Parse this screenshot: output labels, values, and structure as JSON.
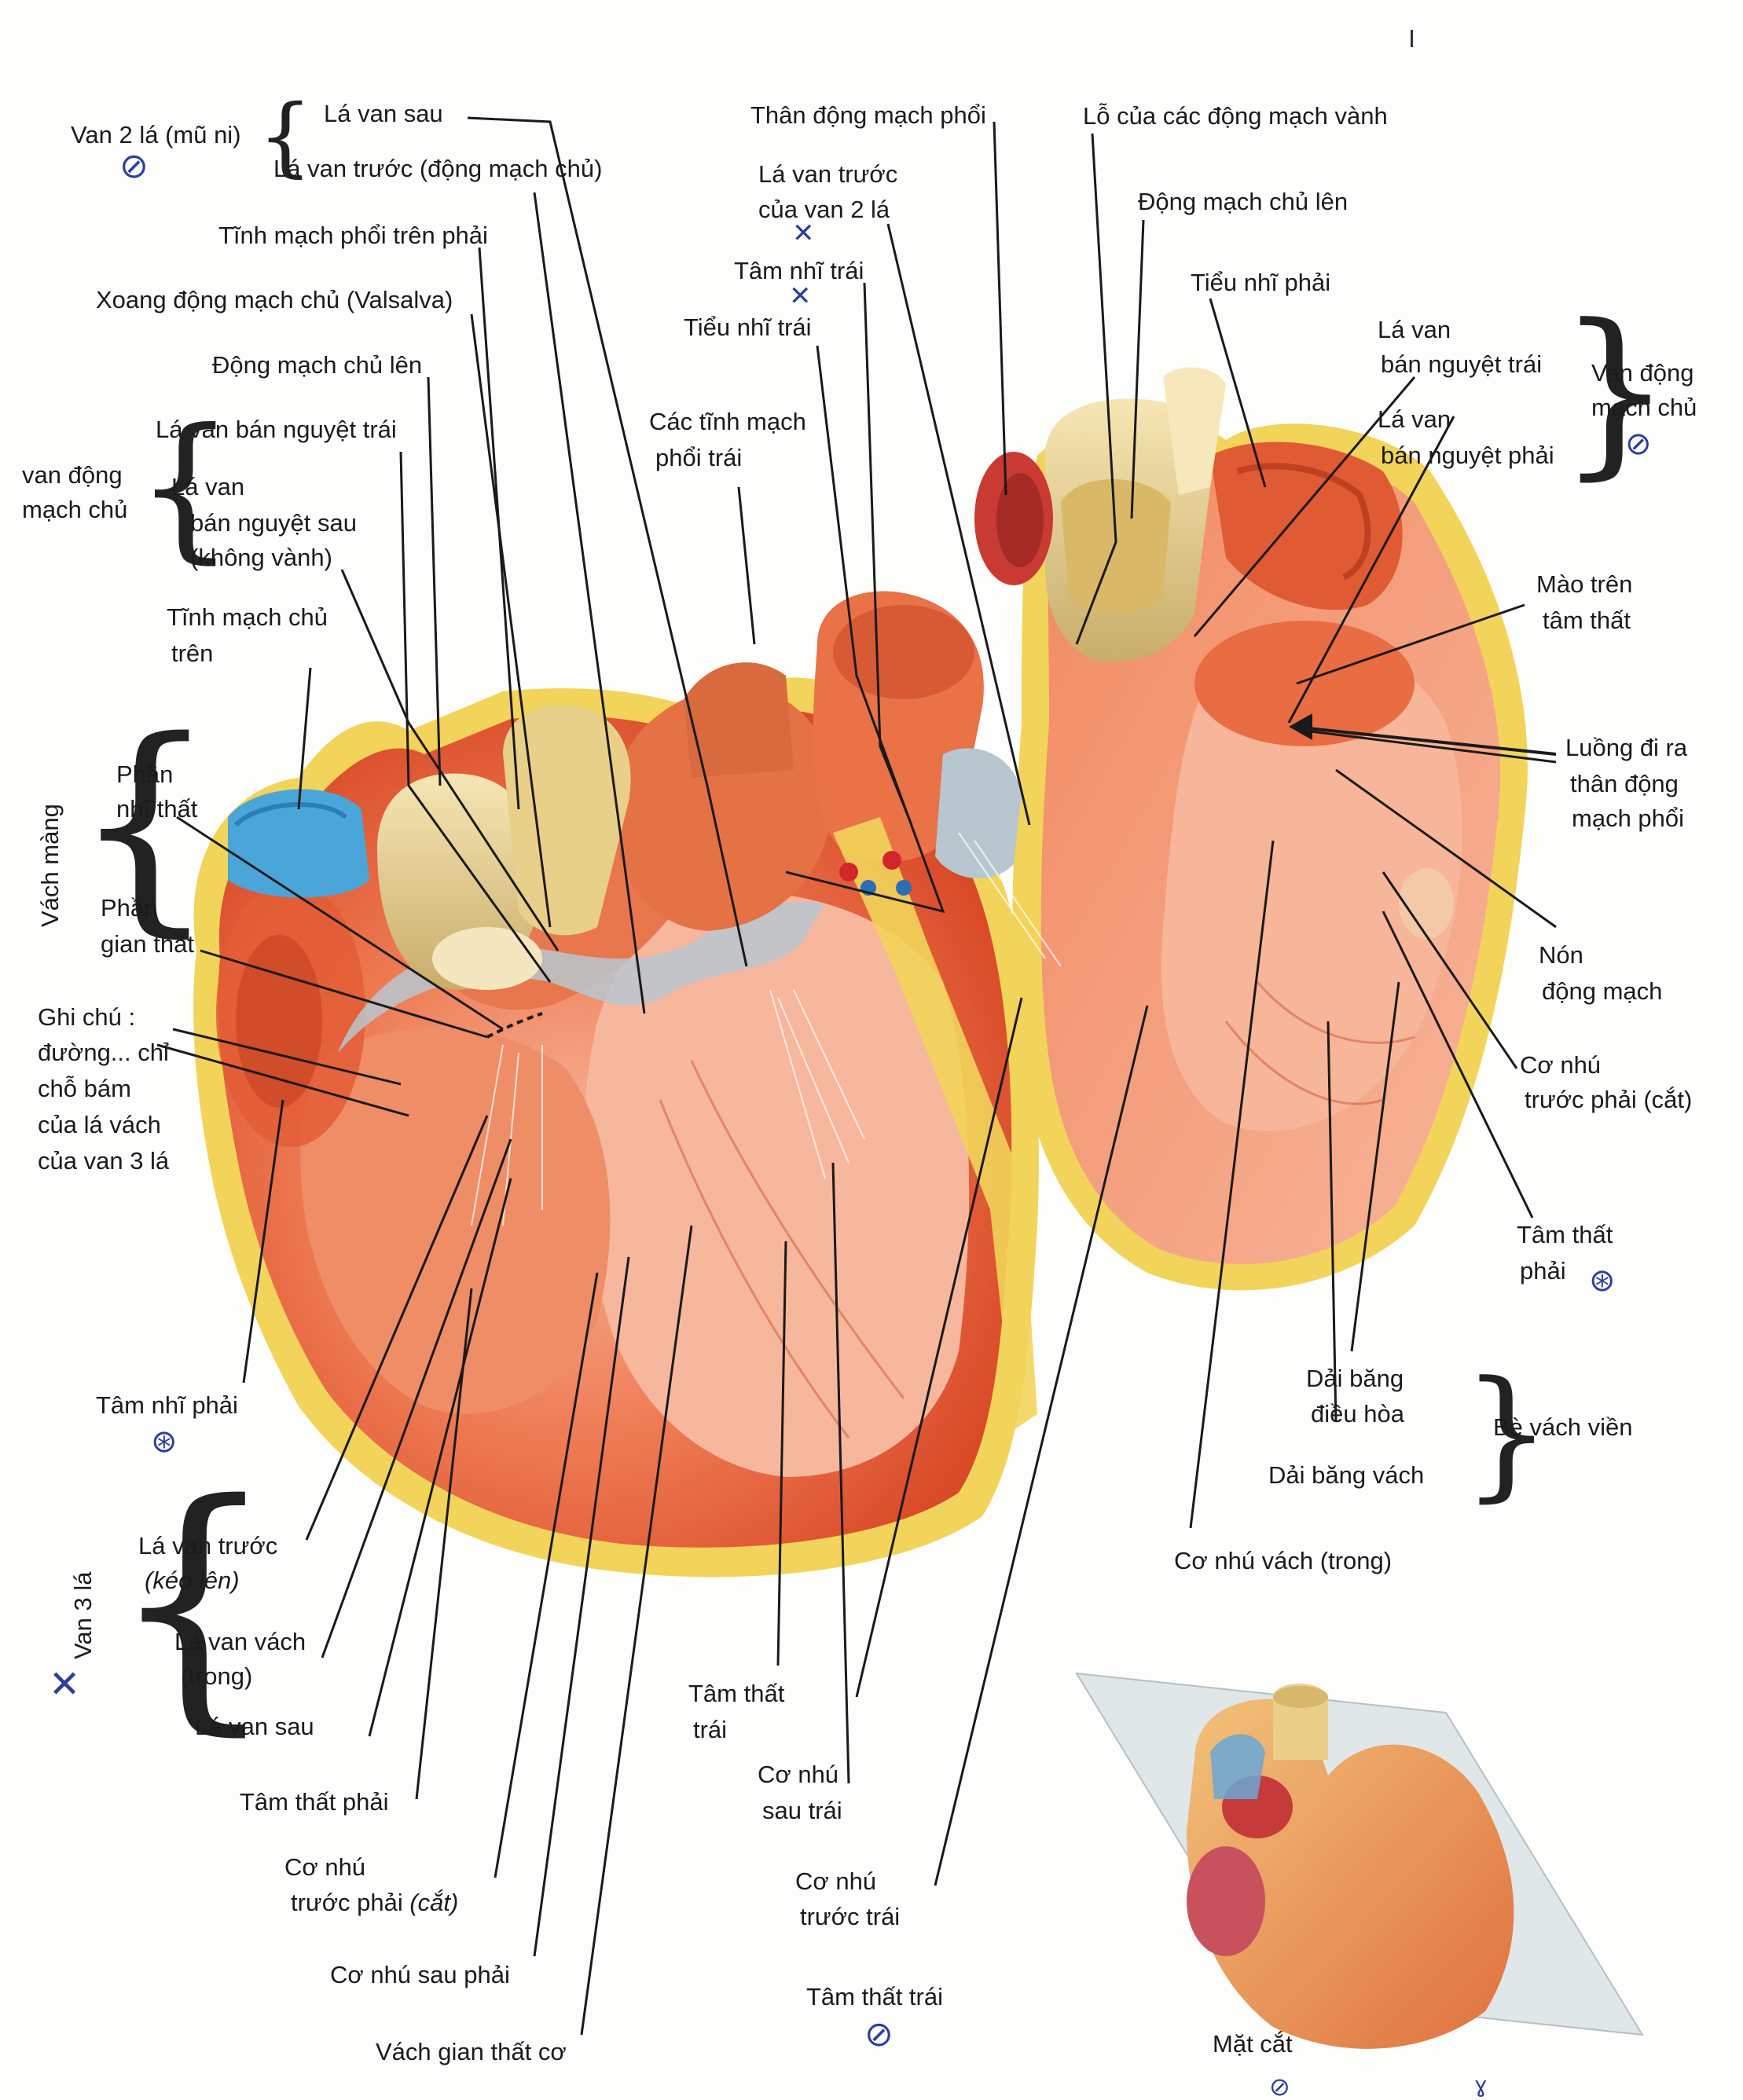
{
  "labels": {
    "van_2_la": "Van 2 lá (mũ ni)",
    "la_van_sau_top": "Lá van sau",
    "la_van_truoc_dmc": "Lá van trước (động mạch chủ)",
    "tinh_mach_phoi_tren_phai": "Tĩnh mạch phổi trên phải",
    "xoang_dmc": "Xoang động mạch chủ (Valsalva)",
    "dmc_len_left": "Động mạch chủ lên",
    "la_van_ban_nguyet_trai": "Lá van bán nguyệt trái",
    "van_dmc_left_1": "van động",
    "van_dmc_left_2": "mạch chủ",
    "la_van_bn_sau_1": "Lá van",
    "la_van_bn_sau_2": "bán nguyệt sau",
    "la_van_bn_sau_3": "(không vành)",
    "tmc_tren_1": "Tĩnh mạch chủ",
    "tmc_tren_2": "trên",
    "vach_mang": "Vách màng",
    "phan_nhi_that_1": "Phần",
    "phan_nhi_that_2": "nhĩ thất",
    "phan_gian_that_1": "Phần",
    "phan_gian_that_2": "gian thất",
    "ghi_chu_1": "Ghi chú :",
    "ghi_chu_2": "đường... chỉ",
    "ghi_chu_3": "chỗ bám",
    "ghi_chu_4": "của lá vách",
    "ghi_chu_5": "của van 3 lá",
    "tam_nhi_phai": "Tâm nhĩ phải",
    "van_3_la": "Van 3 lá",
    "la_van_truoc_3": "Lá van trước",
    "keo_len": "(kéo lên)",
    "la_van_vach_1": "Lá van vách",
    "la_van_vach_2": "(trong)",
    "la_van_sau_bottom": "Lá van sau",
    "tam_that_phai_bottom": "Tâm thất phải",
    "co_nhu_truoc_phai_1": "Cơ nhú",
    "co_nhu_truoc_phai_2": "trước phải ",
    "cat": "(cắt)",
    "co_nhu_sau_phai": "Cơ nhú sau phải",
    "vach_gian_that_co": "Vách gian thất cơ",
    "than_dm_phoi": "Thân động mạch phổi",
    "la_van_truoc_van2_1": "Lá van trước",
    "la_van_truoc_van2_2": "của van 2 lá",
    "tam_nhi_trai": "Tâm nhĩ trái",
    "tieu_nhi_trai": "Tiểu nhĩ trái",
    "cac_tm_phoi_trai_1": "Các tĩnh mạch",
    "cac_tm_phoi_trai_2": "phổi trái",
    "tam_that_trai_mid_1": "Tâm thất",
    "tam_that_trai_mid_2": "trái",
    "co_nhu_sau_trai_1": "Cơ nhú",
    "co_nhu_sau_trai_2": "sau trái",
    "co_nhu_truoc_trai_1": "Cơ nhú",
    "co_nhu_truoc_trai_2": "trước trái",
    "tam_that_trai_bottom": "Tâm thất trái",
    "lo_dm_vanh": "Lỗ của các động mạch vành",
    "dmc_len_right": "Động mạch chủ lên",
    "tieu_nhi_phai": "Tiểu nhĩ phải",
    "la_van_bn_trai_r_1": "Lá van",
    "la_van_bn_trai_r_2": "bán nguyệt trái",
    "la_van_bn_phai_1": "Lá van",
    "la_van_bn_phai_2": "bán nguyệt phải",
    "van_dmc_right_1": "Van động",
    "van_dmc_right_2": "mạch chủ",
    "mao_tren_1": "Mào trên",
    "mao_tren_2": "tâm thất",
    "luong_di_ra_1": "Luồng đi ra",
    "luong_di_ra_2": "thân động",
    "luong_di_ra_3": "mạch phổi",
    "non_dm_1": "Nón",
    "non_dm_2": "động mạch",
    "co_nhu_tp_r_1": "Cơ nhú",
    "co_nhu_tp_r_2": "trước phải (cắt)",
    "tam_that_phai_right_1": "Tâm thất",
    "tam_that_phai_right_2": "phải",
    "dai_bang_dieu_hoa_1": "Dải băng",
    "dai_bang_dieu_hoa_2": "điều hòa",
    "dai_bang_vach": "Dải băng vách",
    "be_vach_vien": "Bè vách viền",
    "co_nhu_vach": "Cơ nhú vách (trong)",
    "mat_cat": "Mặt cắt"
  },
  "colors": {
    "myocardium": "#e8643a",
    "chamber": "#f4a487",
    "fat": "#f2d45a",
    "valve_cream": "#ecd79a",
    "vein_blue": "#4aa6d8",
    "ink": "#1a1a1a",
    "pen_blue": "#2b3f9e"
  }
}
